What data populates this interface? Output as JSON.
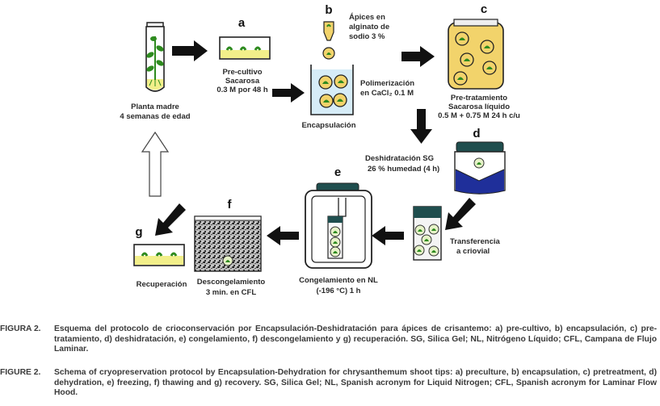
{
  "steps": {
    "a": "a",
    "b": "b",
    "c": "c",
    "d": "d",
    "e": "e",
    "f": "f",
    "g": "g"
  },
  "labels": {
    "planta_madre": "Planta madre",
    "planta_madre_2": "4 semanas de edad",
    "precultivo_1": "Pre-cultivo",
    "precultivo_2": "Sacarosa",
    "precultivo_3": "0.3 M por  48 h",
    "apices_1": "Ápices en",
    "apices_2": "alginato de",
    "apices_3": "sodio 3 %",
    "polimerizacion_1": "Polimerización",
    "polimerizacion_2": "en CaCl₂ 0.1 M",
    "encapsulacion": "Encapsulación",
    "pretratamiento_1": "Pre-tratamiento",
    "pretratamiento_2": "Sacarosa líquido",
    "pretratamiento_3": "0.5 M + 0.75 M 24 h c/u",
    "deshidratacion_1": "Deshidratación SG",
    "deshidratacion_2": "26 % humedad (4 h)",
    "transferencia_1": "Transferencia",
    "transferencia_2": "a criovial",
    "congelamiento_1": "Congelamiento en NL",
    "congelamiento_2": "(-196 °C) 1 h",
    "descongelamiento_1": "Descongelamiento",
    "descongelamiento_2": "3 min. en CFL",
    "recuperacion": "Recuperación"
  },
  "captions": {
    "es_tag": "FIGURA 2.",
    "es_text": "Esquema del protocolo de crioconservación por Encapsulación-Deshidratación para ápices de crisantemo: a) pre-cultivo, b) encapsulación, c) pre-tratamiento, d) deshidratación, e) congelamiento, f) descongelamiento y g) recuperación. SG, Silica Gel; NL, Nitrógeno Líquido; CFL, Campana de Flujo Laminar.",
    "en_tag": "FIGURE 2.",
    "en_text": "Schema of cryopreservation protocol by Encapsulation-Dehydration for chrysanthemum shoot tips: a) preculture, b) encapsulation, c) pretreatment, d) dehydration, e) freezing, f) thawing and g) recovery. SG, Silica Gel; NL, Spanish acronym for Liquid Nitrogen; CFL, Spanish acronym for Laminar Flow Hood."
  },
  "colors": {
    "plant_green": "#2e8b1f",
    "bead_yellow": "#f2d36b",
    "water_blue": "#d6ecf7",
    "silica_blue": "#1f2f9a",
    "dewar_dark": "#1f4e4e",
    "medium_yellow": "#f2ef8a",
    "arrow_dark": "#111111"
  }
}
